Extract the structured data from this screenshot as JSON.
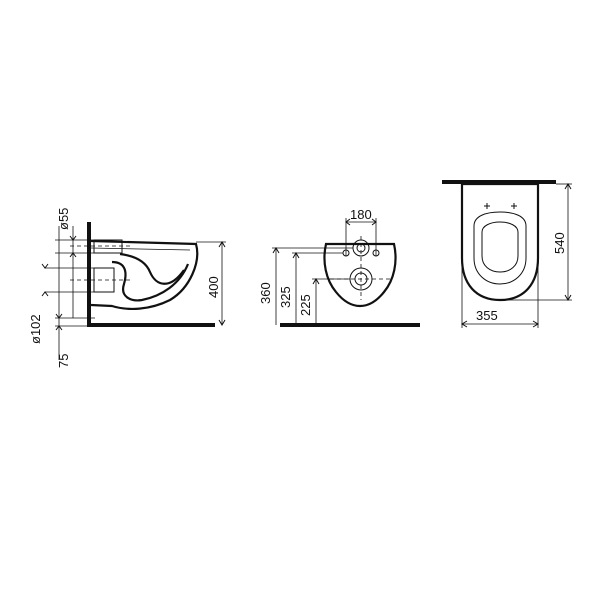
{
  "side_view": {
    "dim_waste_diameter": "ø55",
    "dim_outlet_diameter": "ø102",
    "dim_outlet_height": "75",
    "dim_total_height": "400"
  },
  "front_view": {
    "dim_fixing_spacing": "180",
    "dim_height_360": "360",
    "dim_height_325": "325",
    "dim_height_225": "225"
  },
  "top_view": {
    "dim_width": "355",
    "dim_length": "540"
  }
}
